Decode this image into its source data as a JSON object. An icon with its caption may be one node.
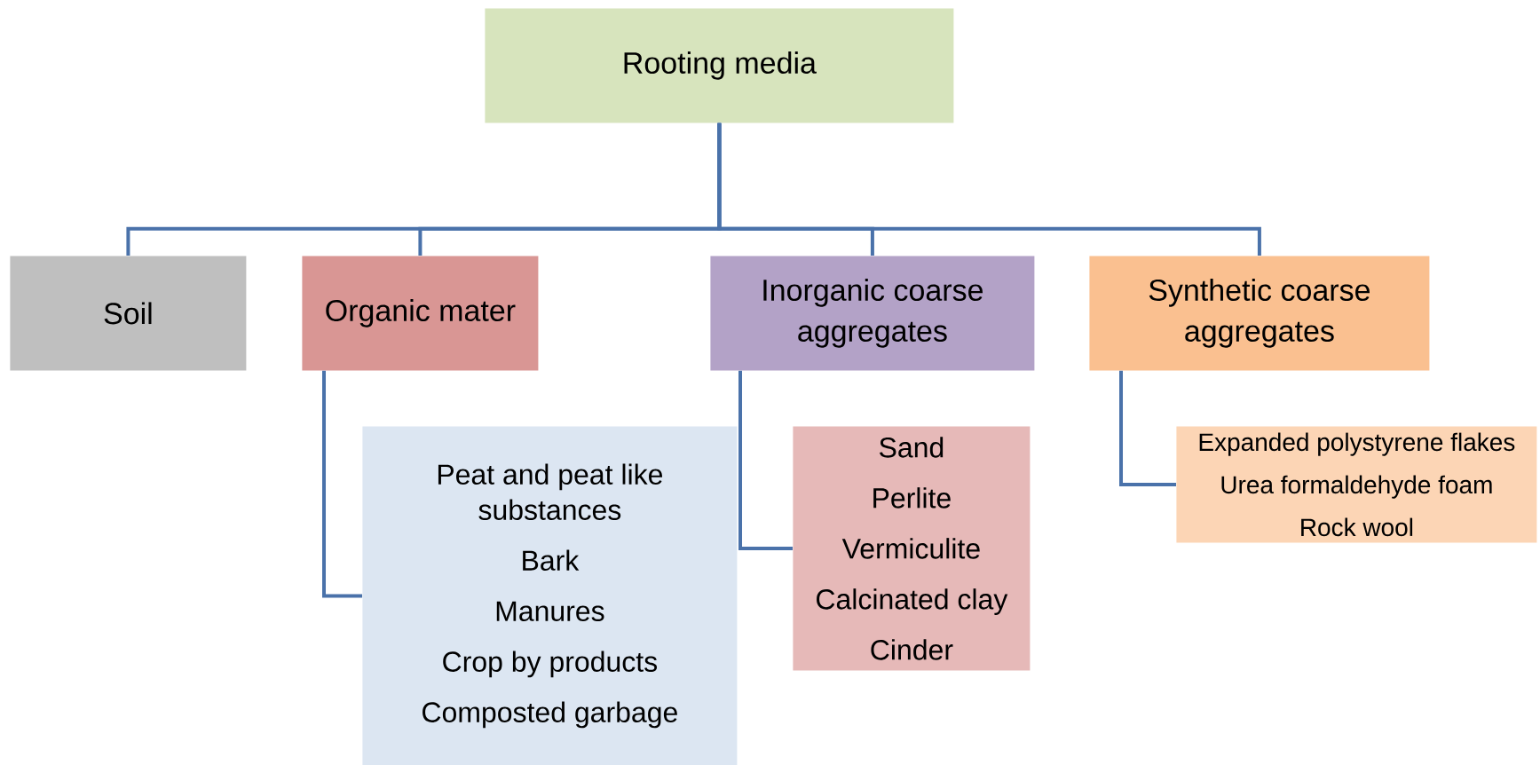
{
  "diagram": {
    "nodes": [
      {
        "text": [
          "Rooting media"
        ]
      },
      {
        "text": [
          "Soil"
        ]
      },
      {
        "text": [
          "Organic mater"
        ]
      },
      {
        "text": [
          "Inorganic coarse aggregates"
        ]
      },
      {
        "text": [
          "Synthetic coarse aggregates"
        ]
      },
      {
        "text": [
          "Peat and peat like substances",
          "Bark",
          "Manures",
          "Crop by products",
          "Composted garbage"
        ]
      },
      {
        "text": [
          "Sand",
          "Perlite",
          "Vermiculite",
          "Calcinated clay",
          "Cinder"
        ]
      },
      {
        "text": [
          "Expanded polystyrene flakes",
          "Urea formaldehyde foam",
          "Rock wool"
        ]
      }
    ],
    "edges": [
      {
        "from": 0,
        "to": 1,
        "arrow": "none"
      },
      {
        "from": 0,
        "to": 2,
        "arrow": "none"
      },
      {
        "from": 0,
        "to": 3,
        "arrow": "none"
      },
      {
        "from": 0,
        "to": 4,
        "arrow": "none"
      },
      {
        "from": 2,
        "to": 5,
        "arrow": "none"
      },
      {
        "from": 3,
        "to": 6,
        "arrow": "none"
      },
      {
        "from": 4,
        "to": 7,
        "arrow": "none"
      }
    ]
  }
}
